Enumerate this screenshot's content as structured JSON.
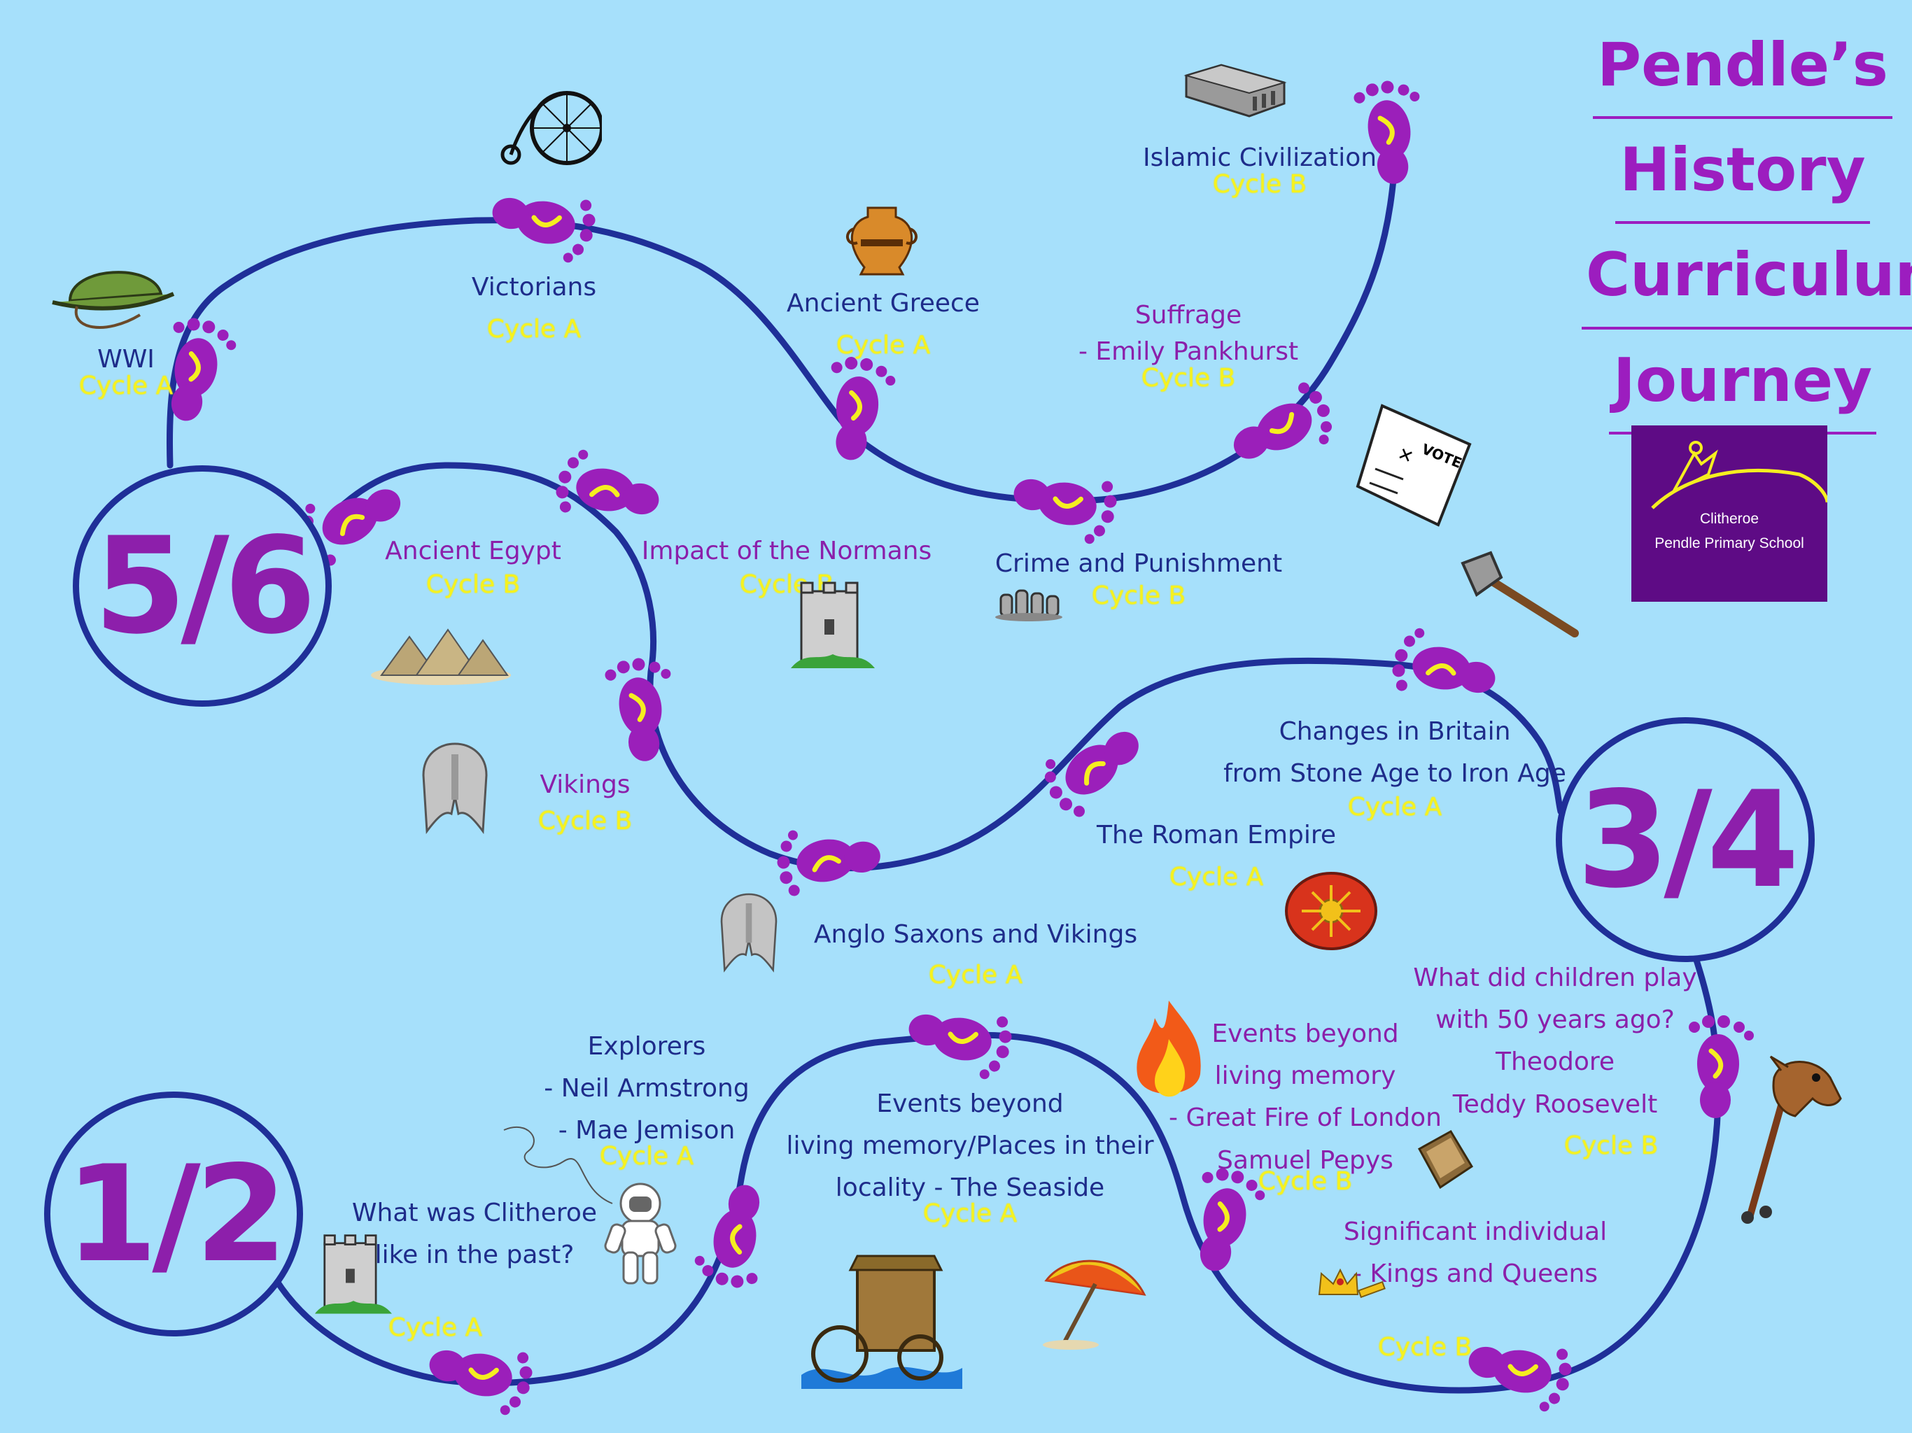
{
  "title": {
    "line1": "Pendle’s",
    "line2": "History",
    "line3": "Curriculum",
    "line4": "Journey"
  },
  "logo": {
    "line1": "Clitheroe",
    "line2": "Pendle Primary School"
  },
  "years": {
    "y56": "5/6",
    "y34": "3/4",
    "y12": "1/2"
  },
  "topics": {
    "wwi": {
      "name": "WWI",
      "cycle": "Cycle A"
    },
    "victorians": {
      "name": "Victorians",
      "cycle": "Cycle A"
    },
    "greece": {
      "name": "Ancient Greece",
      "cycle": "Cycle A"
    },
    "islamic": {
      "name": "Islamic Civilization",
      "cycle": "Cycle B"
    },
    "suffrage": {
      "line1": "Suffrage",
      "line2": "- Emily Pankhurst",
      "cycle": "Cycle B"
    },
    "crime": {
      "name": "Crime and Punishment",
      "cycle": "Cycle B"
    },
    "egypt": {
      "name": "Ancient Egypt",
      "cycle": "Cycle B"
    },
    "normans": {
      "name": "Impact of the Normans",
      "cycle": "Cycle B"
    },
    "vikings": {
      "name": "Vikings",
      "cycle": "Cycle B"
    },
    "stoneage": {
      "line1": "Changes in Britain",
      "line2": "from Stone Age to Iron Age",
      "cycle": "Cycle A"
    },
    "roman": {
      "name": "The Roman Empire",
      "cycle": "Cycle A"
    },
    "anglosaxon": {
      "name": "Anglo Saxons and Vikings",
      "cycle": "Cycle A"
    },
    "toys": {
      "line1": "What did children play",
      "line2": "with 50 years ago?",
      "line3": "Theodore",
      "line4": "Teddy Roosevelt",
      "cycle": "Cycle B"
    },
    "explorers": {
      "line1": "Explorers",
      "line2": "- Neil Armstrong",
      "line3": "- Mae Jemison",
      "cycle": "Cycle A"
    },
    "seaside": {
      "line1": "Events beyond",
      "line2": "living memory/Places in their",
      "line3": "locality - The Seaside",
      "cycle": "Cycle A"
    },
    "fire": {
      "line1": "Events beyond",
      "line2": "living memory",
      "line3": "- Great Fire of London",
      "line4": "Samuel Pepys",
      "cycle": "Cycle B"
    },
    "clitheroe": {
      "line1": "What was Clitheroe",
      "line2": "like in the past?",
      "cycle": "Cycle A"
    },
    "kings": {
      "line1": "Significant individual",
      "line2": "- Kings and Queens",
      "cycle": "Cycle B"
    }
  },
  "colors": {
    "background": "#a6e0fb",
    "path": "#1f2f98",
    "footprint": "#9b1fba",
    "cycle": "#f7f21e",
    "navy_text": "#1e2c8a",
    "purple_text": "#8b1faa"
  },
  "icons": [
    "army-helmet-icon",
    "penny-farthing-icon",
    "greek-vase-icon",
    "mosque-building-icon",
    "ballot-paper-icon",
    "stones-icon",
    "stone-axe-icon",
    "pyramids-icon",
    "norman-castle-icon",
    "viking-helmet-icon",
    "roman-shield-icon",
    "fire-icon",
    "book-icon",
    "hobby-horse-icon",
    "astronaut-icon",
    "crown-icon",
    "beach-hut-icon",
    "beach-umbrella-icon",
    "castle-tower-icon"
  ]
}
